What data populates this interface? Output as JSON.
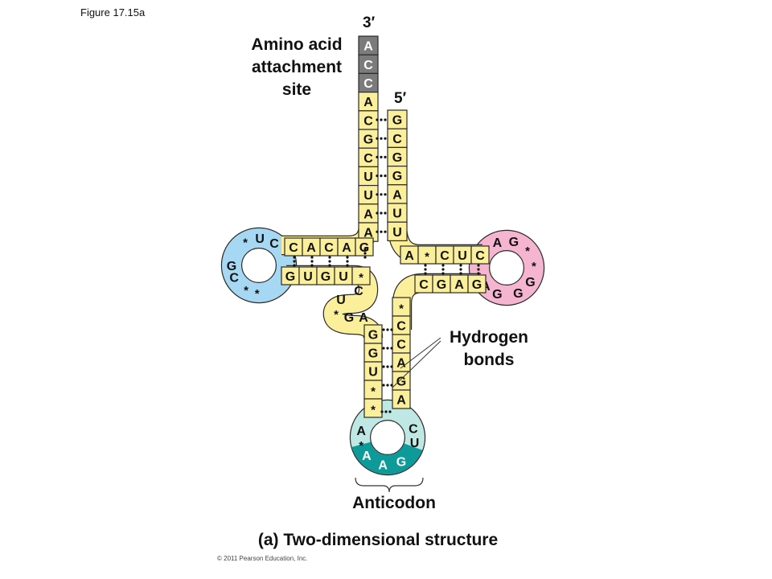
{
  "figure_label": "Figure 17.15a",
  "three_prime": "3′",
  "five_prime": "5′",
  "attachment_label": {
    "line1": "Amino acid",
    "line2": "attachment",
    "line3": "site"
  },
  "hydrogen_label": {
    "line1": "Hydrogen",
    "line2": "bonds"
  },
  "anticodon_label": "Anticodon",
  "caption": "(a)  Two-dimensional structure",
  "copyright": "© 2011 Pearson Education, Inc.",
  "colors": {
    "stem": "#fbef9c",
    "stem_stroke": "#2a2a2a",
    "tail": "#7b7b7b",
    "d_loop": "#a6d8f3",
    "t_loop": "#f5b4cf",
    "anticodon_loop": "#bfe7e4",
    "anticodon": "#0d9a98"
  },
  "strands": {
    "acceptor_3_side": [
      "A",
      "C",
      "C",
      "A",
      "C",
      "G",
      "C",
      "U",
      "U",
      "A",
      "A"
    ],
    "acceptor_5_side": [
      "G",
      "C",
      "G",
      "G",
      "A",
      "U",
      "U"
    ],
    "d_stem_top": [
      "C",
      "A",
      "C",
      "A",
      "G"
    ],
    "d_stem_bottom": [
      "G",
      "U",
      "G",
      "U",
      "*"
    ],
    "d_loop": [
      "*",
      "U",
      "C",
      "G",
      "C",
      "*",
      "*"
    ],
    "t_stem_top": [
      "A",
      "*",
      "C",
      "U",
      "C"
    ],
    "t_stem_bottom": [
      "C",
      "G",
      "A",
      "G"
    ],
    "t_loop": [
      "A",
      "G",
      "*",
      "*",
      "G",
      "G",
      "G",
      "A"
    ],
    "variable": [
      "C",
      "U",
      "*",
      "G",
      "A"
    ],
    "anticodon_stem_left": [
      "G",
      "G",
      "U",
      "*",
      "*"
    ],
    "anticodon_stem_right": [
      "*",
      "C",
      "C",
      "A",
      "G",
      "A"
    ],
    "anticodon_loop": [
      "A",
      "*",
      "C",
      "U"
    ],
    "anticodon": [
      "A",
      "A",
      "G"
    ]
  }
}
